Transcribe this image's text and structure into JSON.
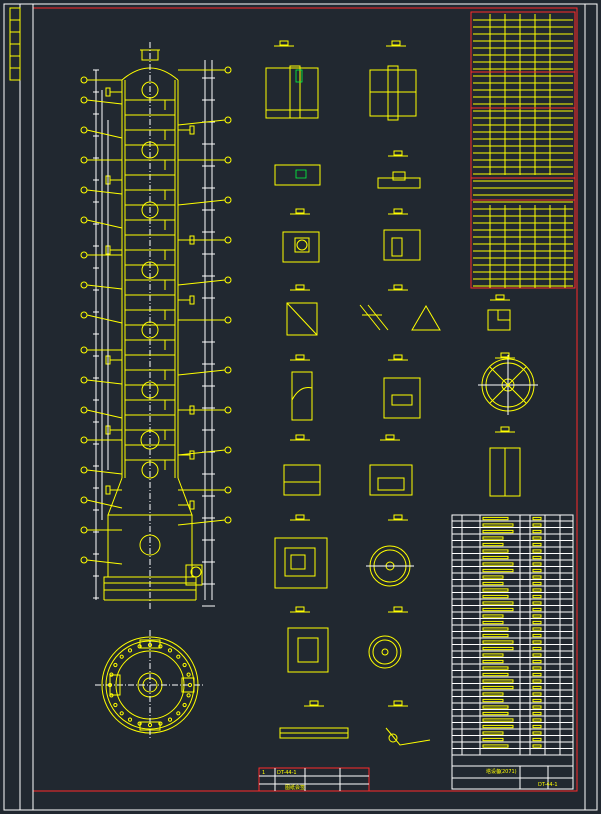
{
  "drawing": {
    "title_block_name": "塔设备",
    "title_block_code": "(2071)",
    "drawing_number": "DT-44-1",
    "revision_row": "1",
    "bottom_stamp_code": "DT-44-1",
    "bottom_stamp_label": "图纸会签"
  },
  "colors": {
    "background": "#212830",
    "lines": "#ffff00",
    "frame": "#ff2a2a",
    "detail": "#ffffff",
    "accent": "#00ffff"
  }
}
